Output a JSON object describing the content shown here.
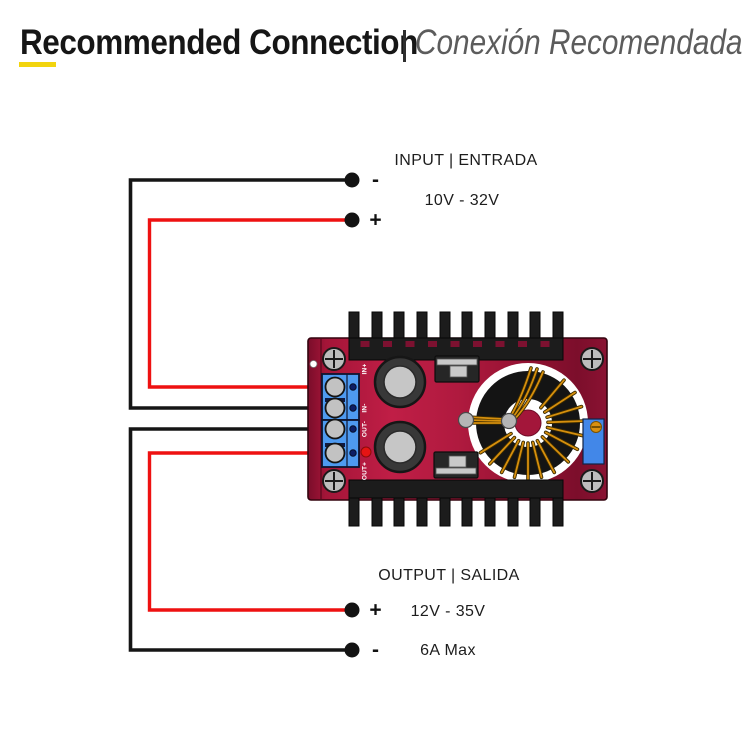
{
  "title": {
    "en": "Recommended Connection",
    "separator": "|",
    "es": "Conexión Recomendada",
    "accent_color": "#f2d40e"
  },
  "input": {
    "heading": "INPUT | ENTRADA",
    "voltage_range": "10V - 32V",
    "negative_label": "-",
    "positive_label": "+"
  },
  "output": {
    "heading": "OUTPUT | SALIDA",
    "voltage_range": "12V - 35V",
    "current_max": "6A Max",
    "positive_label": "+",
    "negative_label": "-"
  },
  "board": {
    "terminal_labels": [
      {
        "label": "IN+"
      },
      {
        "label": "IN-"
      },
      {
        "label": "OUT-"
      },
      {
        "label": "OUT+"
      }
    ],
    "colors": {
      "pcb_red": "#b01a3f",
      "heatsink_black": "#1c1c1c",
      "terminal_blue": "#4e9af0",
      "winding_gold": "#d68f0d",
      "trimmer_blue": "#4287e8",
      "led_red": "#e51414",
      "screw_gray": "#bdbdbd"
    }
  },
  "wires": {
    "positive_color": "#ee1111",
    "negative_color": "#151515"
  }
}
